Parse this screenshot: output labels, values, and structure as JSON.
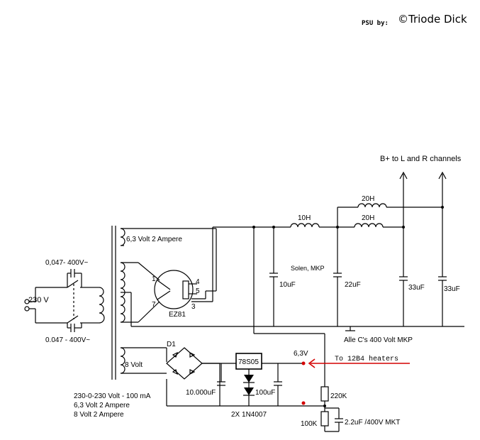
{
  "credit": {
    "prefix": "PSU by:",
    "author": "©Triode Dick"
  },
  "labels": {
    "b_plus": "B+ to L and R channels",
    "mains_voltage": "230 V",
    "cap_top": "0,047- 400V~",
    "cap_bottom": "0.047 - 400V~",
    "heater_winding": "6,3 Volt 2 Ampere",
    "aux_winding": "8 Volt",
    "rectifier_tube": "EZ81",
    "pin1": "1",
    "pin3": "3",
    "pin4": "4",
    "pin5": "5",
    "pin7": "7",
    "choke1": "10H",
    "choke2": "20H",
    "choke3": "20H",
    "cap_type": "Solen, MKP",
    "c1": "10uF",
    "c2": "22uF",
    "c3": "33uF",
    "c4": "33uF",
    "cap_note": "Alle C's 400 Volt MKP",
    "bridge": "D1",
    "regulator": "78S05",
    "out_voltage": "6,3V",
    "heater_feed": "To 12B4 heaters",
    "cap_reg_in": "10.000uF",
    "cap_reg_out": "100uF",
    "diodes": "2X 1N4007",
    "r1": "220K",
    "r2": "100K",
    "cap_divider": "2.2uF /400V MKT",
    "spec1": "230-0-230 Volt - 100 mA",
    "spec2": "6,3 Volt 2 Ampere",
    "spec3": "8 Volt 2 Ampere"
  }
}
